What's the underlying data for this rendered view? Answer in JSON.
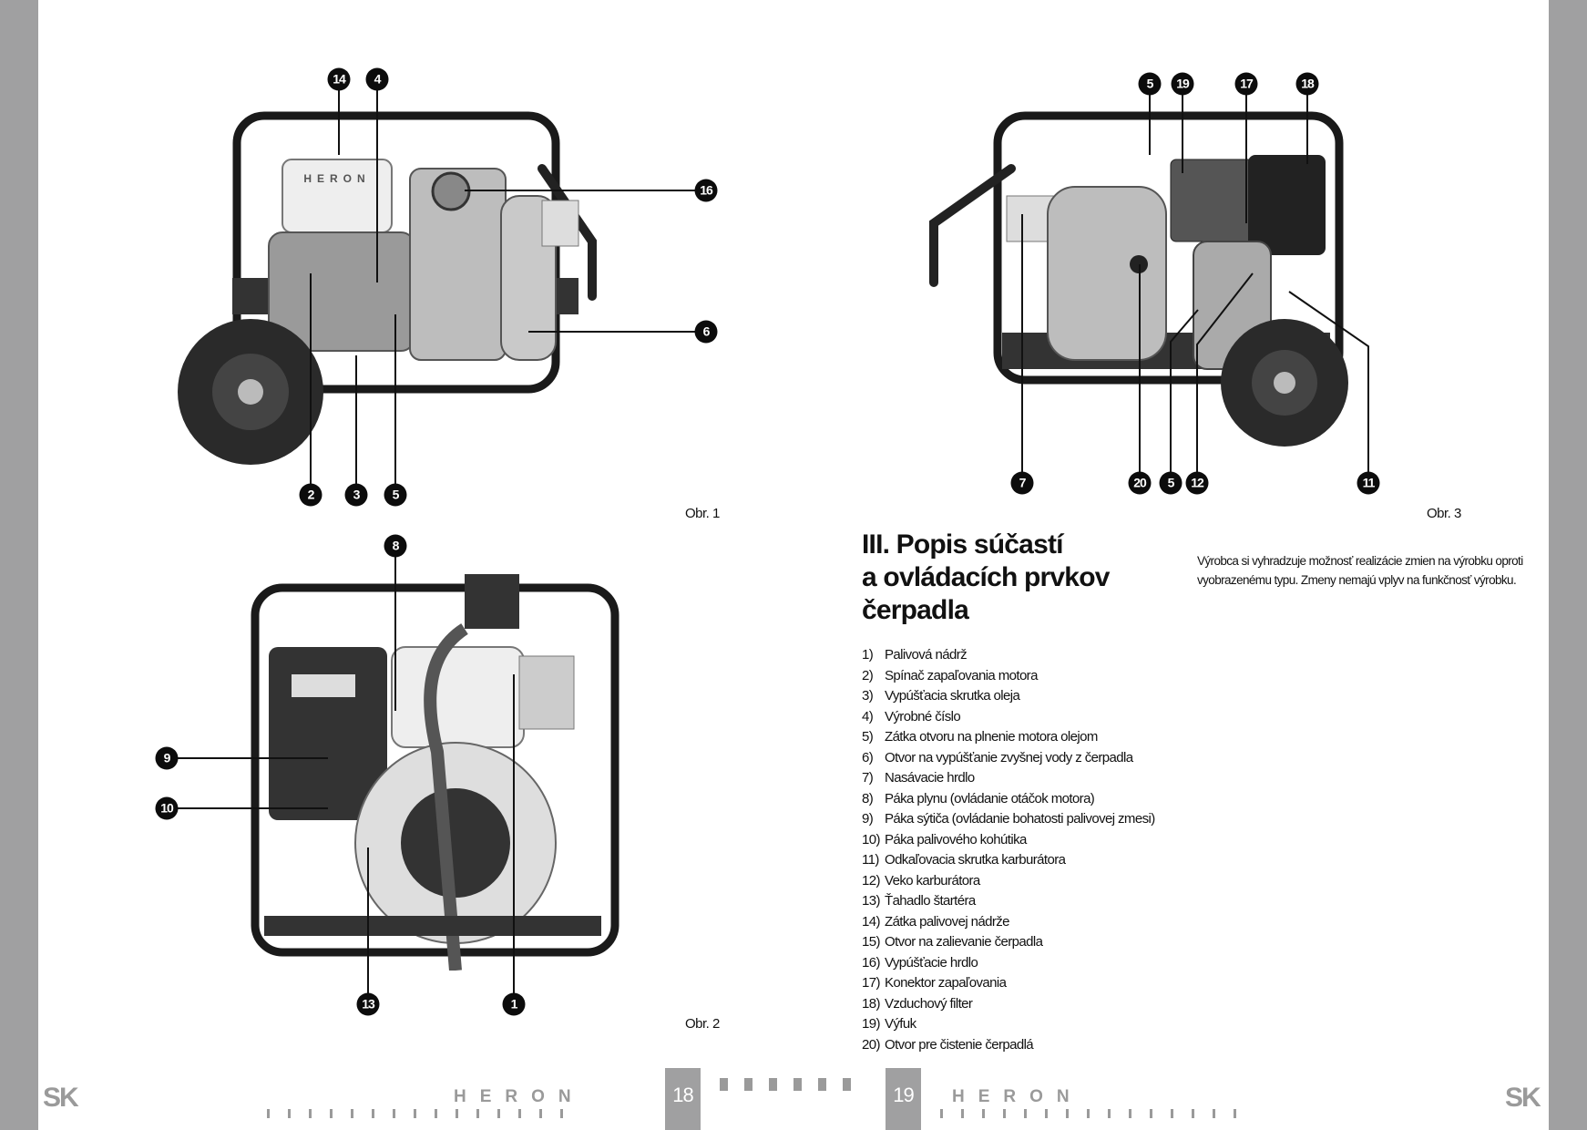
{
  "figures": {
    "fig1": {
      "caption": "Obr. 1",
      "callouts": [
        "14",
        "4",
        "16",
        "6",
        "2",
        "3",
        "5"
      ]
    },
    "fig2": {
      "caption": "Obr. 2",
      "callouts": [
        "8",
        "9",
        "10",
        "13",
        "1"
      ]
    },
    "fig3": {
      "caption": "Obr. 3",
      "callouts": [
        "5",
        "19",
        "17",
        "18",
        "7",
        "20",
        "5",
        "12",
        "11"
      ]
    },
    "brand_on_product": "HERON"
  },
  "section": {
    "title_lines": [
      "III. Popis súčastí",
      "a ovládacích prvkov",
      "čerpadla"
    ],
    "note": "Výrobca si vyhradzuje možnosť realizácie zmien na výrobku oproti vyobrazenému typu. Zmeny nemajú vplyv na funkčnosť výrobku.",
    "parts": [
      {
        "n": "1)",
        "label": "Palivová nádrž"
      },
      {
        "n": "2)",
        "label": "Spínač zapaľovania motora"
      },
      {
        "n": "3)",
        "label": "Vypúšťacia skrutka oleja"
      },
      {
        "n": "4)",
        "label": "Výrobné číslo"
      },
      {
        "n": "5)",
        "label": "Zátka otvoru na plnenie motora olejom"
      },
      {
        "n": "6)",
        "label": "Otvor na vypúšťanie zvyšnej vody z čerpadla"
      },
      {
        "n": "7)",
        "label": "Nasávacie hrdlo"
      },
      {
        "n": "8)",
        "label": "Páka plynu (ovládanie otáčok motora)"
      },
      {
        "n": "9)",
        "label": "Páka sýtiča (ovládanie bohatosti palivovej zmesi)"
      },
      {
        "n": "10)",
        "label": "Páka palivového kohútika"
      },
      {
        "n": "11)",
        "label": "Odkaľovacia skrutka karburátora"
      },
      {
        "n": "12)",
        "label": "Veko karburátora"
      },
      {
        "n": "13)",
        "label": "Ťahadlo štartéra"
      },
      {
        "n": "14)",
        "label": "Zátka palivovej nádrže"
      },
      {
        "n": "15)",
        "label": "Otvor na zalievanie čerpadla"
      },
      {
        "n": "16)",
        "label": "Vypúšťacie hrdlo"
      },
      {
        "n": "17)",
        "label": "Konektor zapaľovania"
      },
      {
        "n": "18)",
        "label": "Vzduchový filter"
      },
      {
        "n": "19)",
        "label": "Výfuk"
      },
      {
        "n": "20)",
        "label": "Otvor pre čistenie čerpadlá"
      }
    ]
  },
  "footer": {
    "lang_left": "SK",
    "lang_right": "SK",
    "page_left": "18",
    "page_right": "19",
    "brand": "HERON"
  },
  "colors": {
    "sidebar": "#a0a0a1",
    "callout": "#0c0c0c"
  }
}
